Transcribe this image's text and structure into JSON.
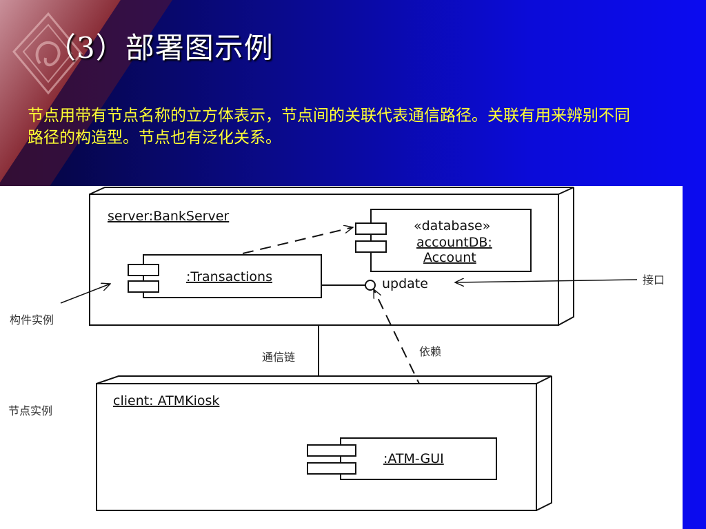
{
  "slide": {
    "title": "（3）部署图示例",
    "text": "节点用带有节点名称的立方体表示，节点间的关联代表通信路径。关联有用来辨别不同路径的构造型。节点也有泛化关系。"
  },
  "diagram": {
    "server_node": {
      "title": "server:BankServer"
    },
    "db_component": {
      "stereotype": "«database»",
      "name_line1": "accountDB:",
      "name_line2": "Account"
    },
    "transactions_component": {
      "label": ":Transactions"
    },
    "interface": {
      "label": "update"
    },
    "client_node": {
      "title": "client: ATMKiosk"
    },
    "atm_component": {
      "label": ":ATM-GUI"
    },
    "annotations": {
      "interface": "接口",
      "component_instance": "构件实例",
      "communication_link": "通信链",
      "dependency": "依赖",
      "node_instance": "节点实例"
    }
  },
  "colors": {
    "title_text": "#ffffff",
    "body_text": "#ffff33",
    "background_dark": "#05053a",
    "background_bright": "#0b0bf0",
    "corner_band": "#8a2e38",
    "diagram_background": "#ffffff",
    "diagram_ink": "#111111"
  }
}
